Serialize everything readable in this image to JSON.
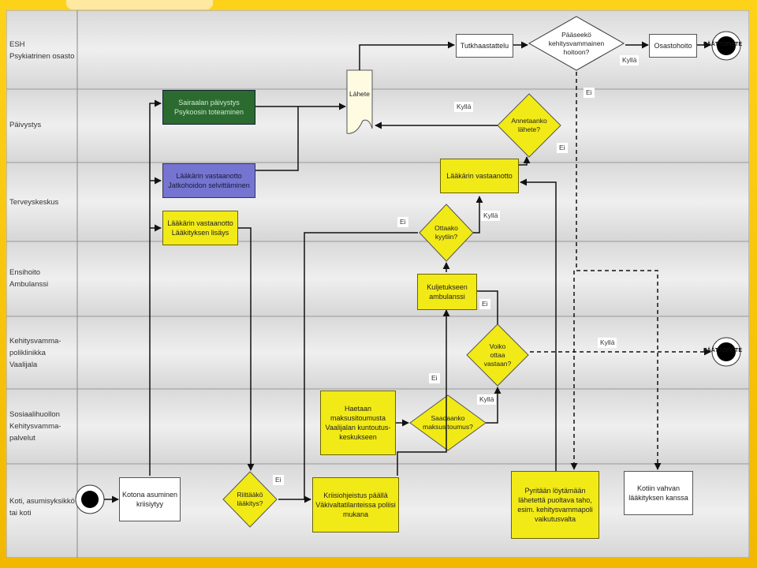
{
  "lanes": [
    "ESH\nPsykiatrinen osasto",
    "Päivystys",
    "Terveyskeskus",
    "Ensihoito\nAmbulanssi",
    "Kehitysvamma-\npoliklinikka\nVaalijala",
    "Sosiaalihuollon\nKehitysvamma-\npalvelut",
    "Koti, asumisyksikkö\ntai koti"
  ],
  "nodes": {
    "tutkimus": "Tutkhaastattelu",
    "paaseeko": "Pääseekö\nkehitysvammainen\nhoitoon?",
    "osastohoito": "Osastohoito",
    "lahete": "Lähete",
    "sairaalan": "Sairaalan päivystys\nPsykoosin toteaminen",
    "annetaanko": "Annetaanko\nlähete?",
    "laakarin_vo1": "Lääkärin vastaanotto\nJatkohoidon selvittäminen",
    "laakarin_vo2": "Lääkärin vastaanotto",
    "laakarin_vo3": "Lääkärin vastaanotto\nLääkityksen lisäys",
    "ottaako": "Ottaako\nkyytiin?",
    "kuljetus": "Kuljetukseen\nambulanssi",
    "voiko": "Voiko\nottaa\nvastaan?",
    "haetaan": "Haetaan\nmaksusitoumusta\nVaalijalan kuntoutus-\nkeskukseen",
    "saadaanko": "Saadaanko\nmaksusitoumus?",
    "kotona": "Kotona asuminen\nkriisiytyy",
    "riittaako": "Riittääkö\nlääkitys?",
    "kriisi": "Kriisiohjeistus päällä\nVäkivaltatilanteissa poliisi\nmukana",
    "pyritaan": "Pyritään löytämään\nlähetettä puoltava taho,\nesim. kehitysvammapoli\nvaikutusvalta",
    "kotiin": "Kotiin vahvan\nlääkityksen kanssa"
  },
  "edge_labels": {
    "kylla_osasto": "Kyllä",
    "ei_paaseeko": "Ei",
    "kylla_lahete": "Kyllä",
    "ei_annetaanko": "Ei",
    "ei_ottaako": "Ei",
    "kylla_ottaako": "Kyllä",
    "ei_voiko": "Ei",
    "kylla_voiko": "Kyllä",
    "ei_saadaanko": "Ei",
    "kylla_saadaanko": "Kyllä",
    "ei_riittaako": "Ei"
  },
  "end_labels": [
    "PÄÄTTÖPISTE",
    "PÄÄTTÖPISTE"
  ],
  "colors": {
    "yellow": "#f2ea17",
    "green": "#2b6b30",
    "blue": "#7575d1",
    "frame": "#f5c400"
  }
}
